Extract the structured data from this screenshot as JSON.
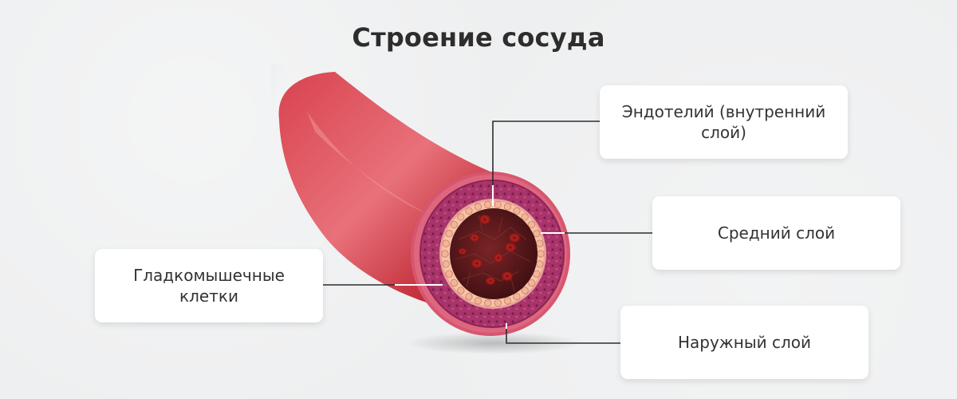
{
  "title": "Строение сосуда",
  "labels": {
    "endothelium": "Эндотелий (внутренний слой)",
    "media": "Средний слой",
    "adventitia": "Наружный слой",
    "smooth_muscle": "Гладкомышечные клетки"
  },
  "colors": {
    "background": "#eeeff0",
    "vessel_outer": "#b8202c",
    "vessel_light": "#e8717a",
    "adventitia": "#d9607a",
    "media": "#9a2e62",
    "endothelium": "#f6c4a8",
    "lumen": "#5a1a1c",
    "leader_line": "#2d2d2d"
  },
  "icons": [
    "blood-vessel-illustration",
    "red-blood-cell"
  ]
}
